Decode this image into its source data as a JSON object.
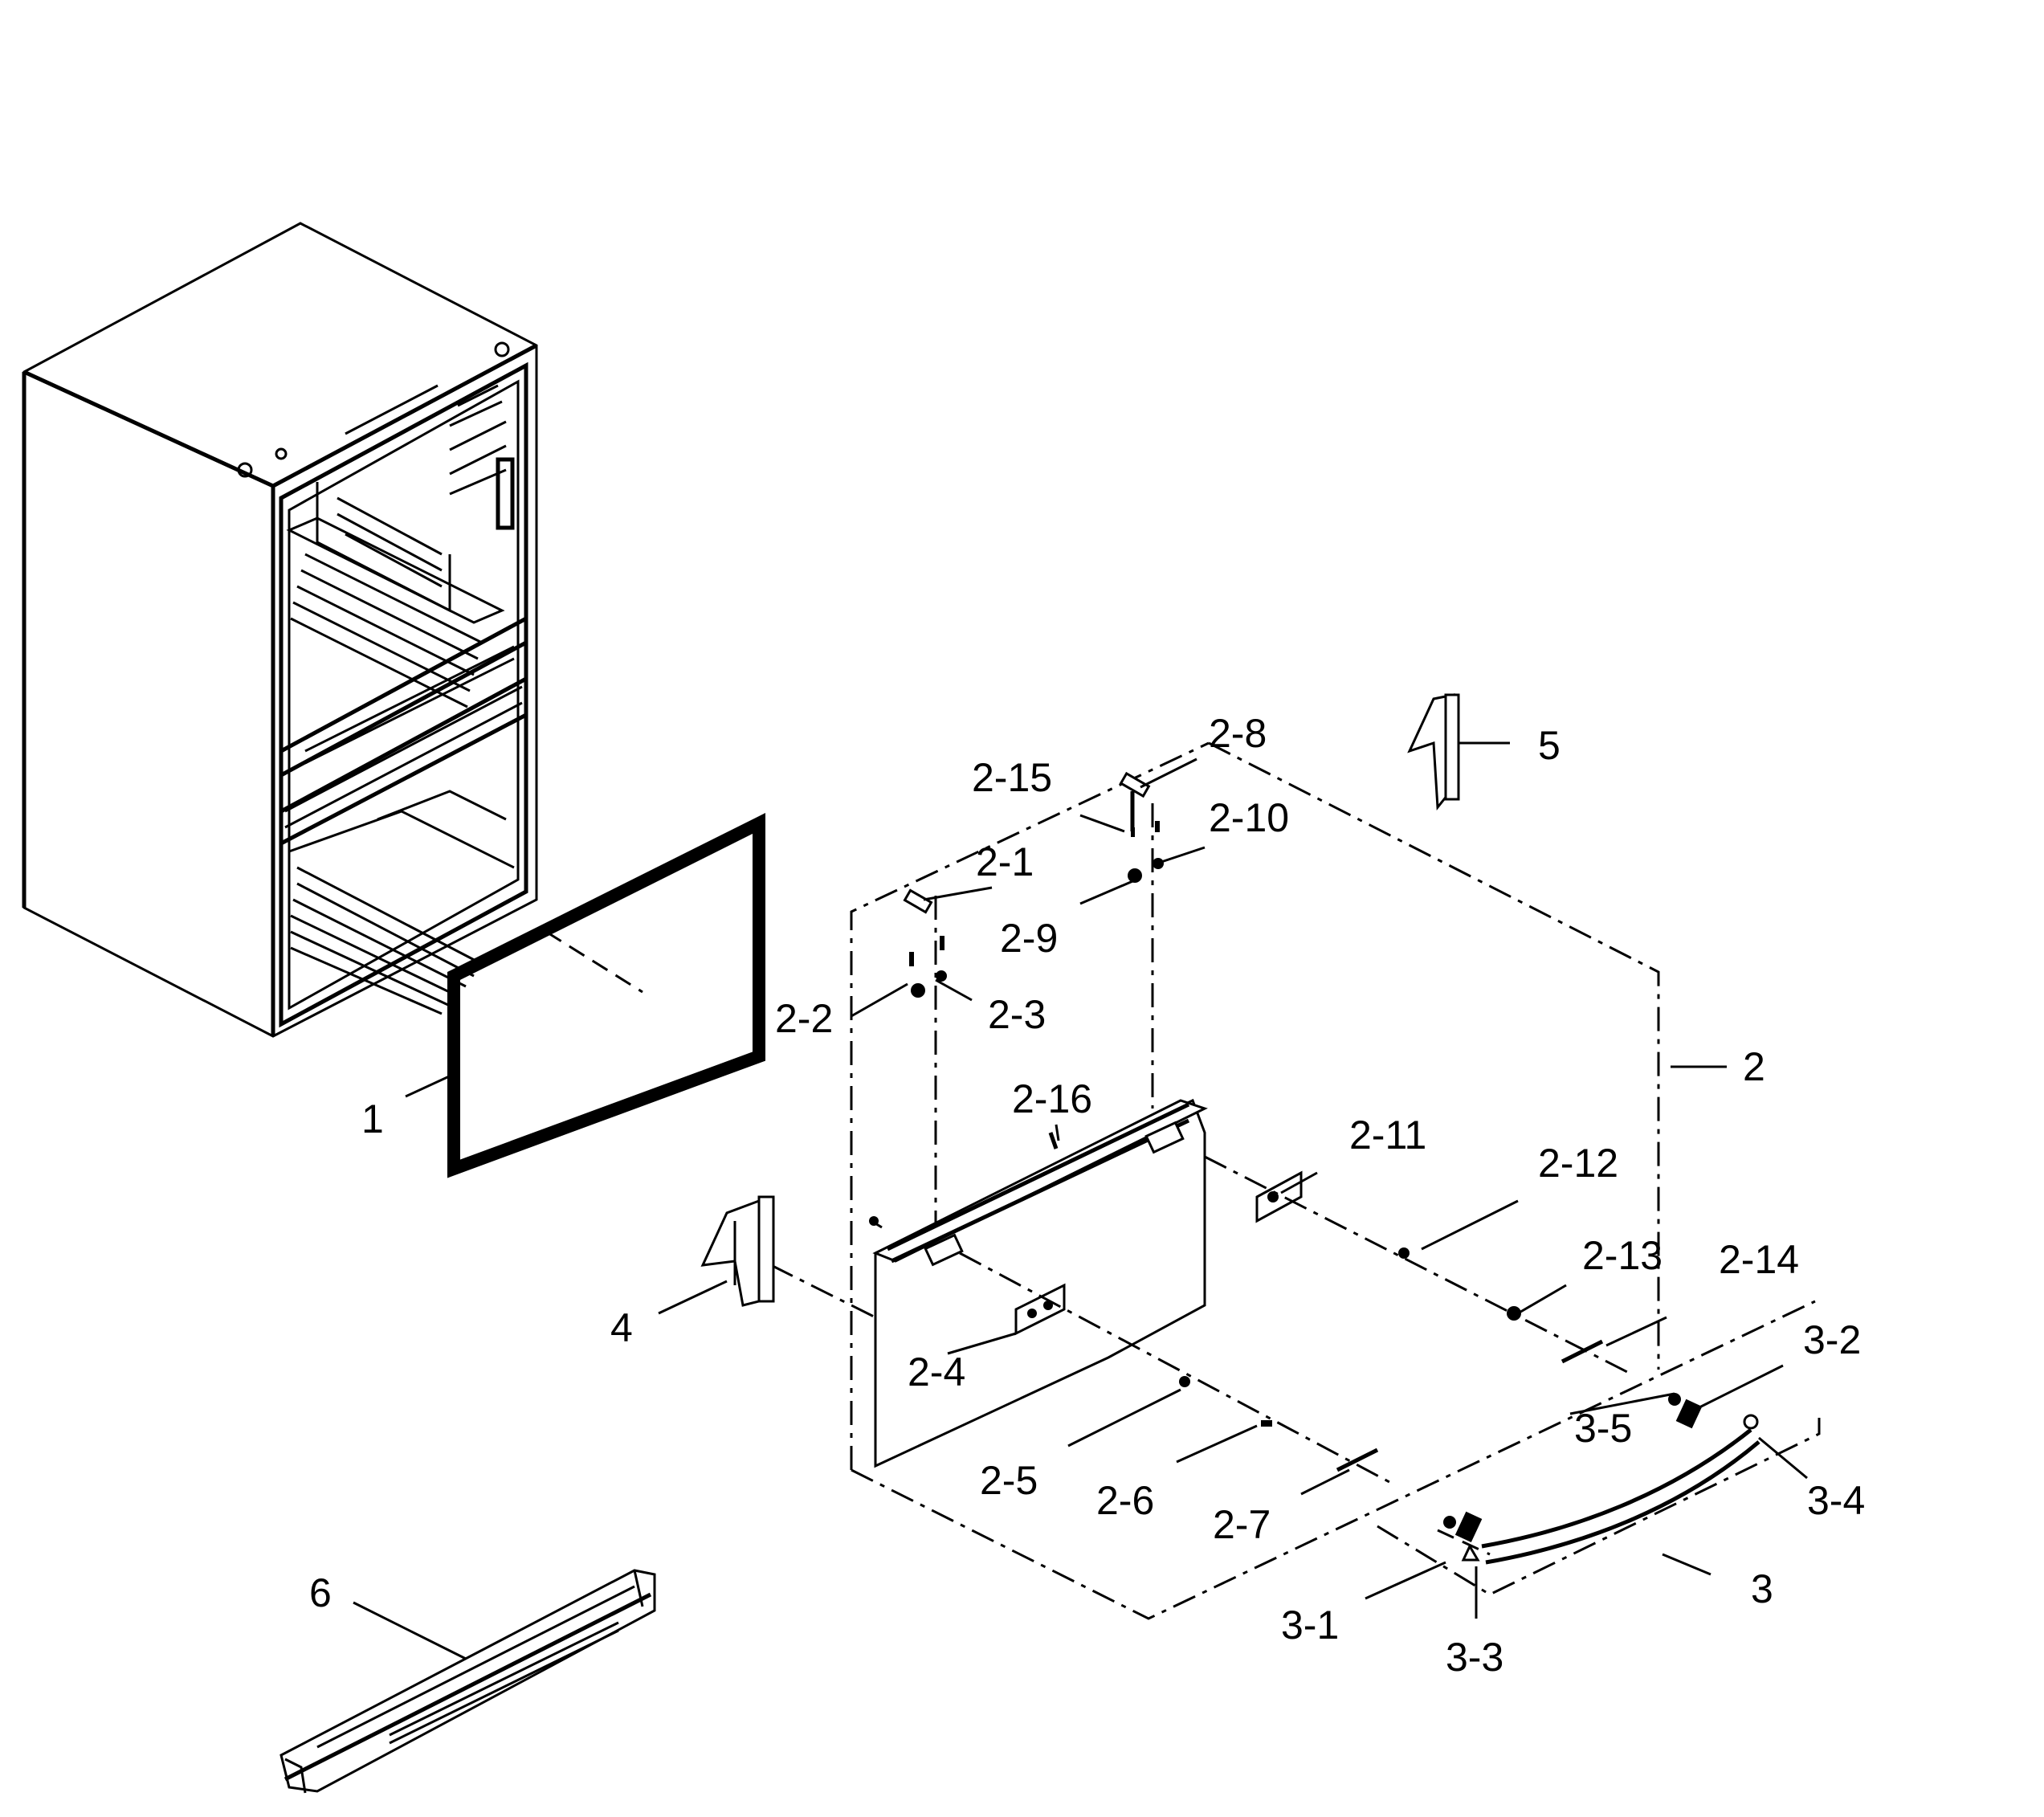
{
  "callouts": {
    "c1": "1",
    "c2": "2",
    "c2_1": "2-1",
    "c2_2": "2-2",
    "c2_3": "2-3",
    "c2_4": "2-4",
    "c2_5": "2-5",
    "c2_6": "2-6",
    "c2_7": "2-7",
    "c2_8": "2-8",
    "c2_9": "2-9",
    "c2_10": "2-10",
    "c2_11": "2-11",
    "c2_12": "2-12",
    "c2_13": "2-13",
    "c2_14": "2-14",
    "c2_15": "2-15",
    "c2_16": "2-16",
    "c3": "3",
    "c3_1": "3-1",
    "c3_2": "3-2",
    "c3_3": "3-3",
    "c3_4": "3-4",
    "c3_5": "3-5",
    "c4": "4",
    "c5": "5",
    "c6": "6"
  }
}
